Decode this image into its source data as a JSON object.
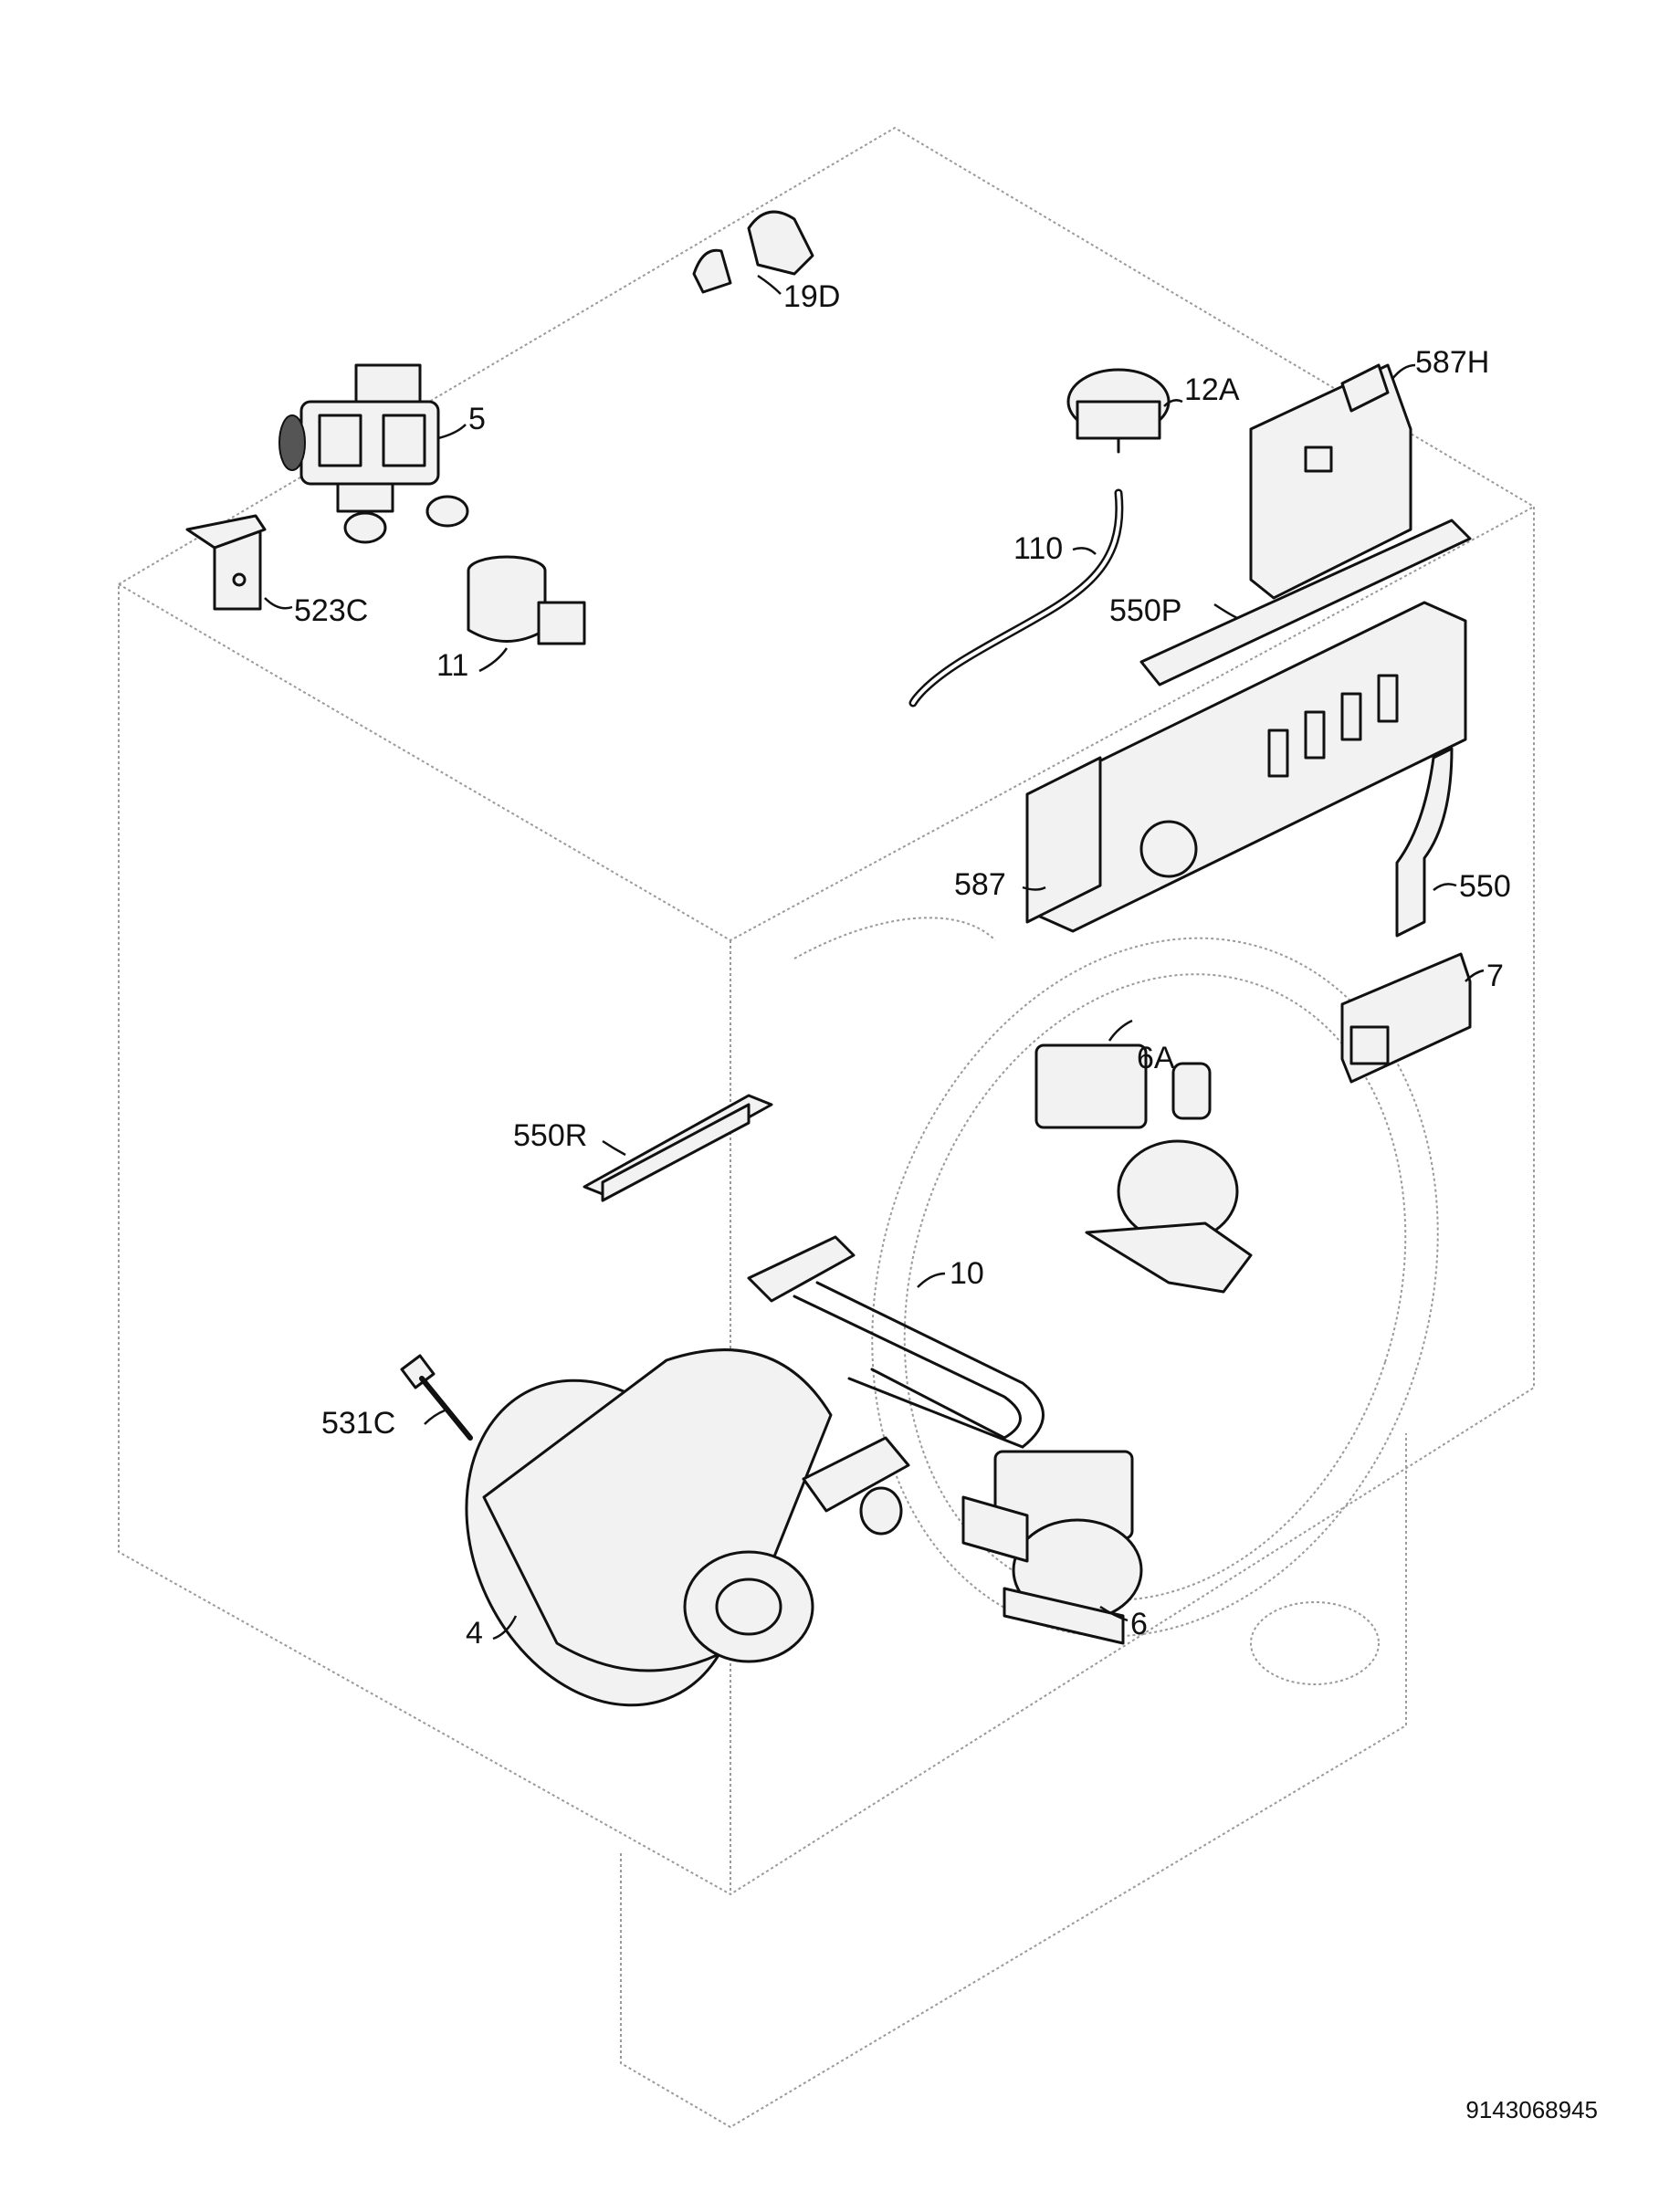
{
  "labels": {
    "l19D": "19D",
    "l5": "5",
    "l523C": "523C",
    "l11": "11",
    "l12A": "12A",
    "l587H": "587H",
    "l110": "110",
    "l550P": "550P",
    "l587": "587",
    "l550": "550",
    "l7": "7",
    "l6A": "6A",
    "l550R": "550R",
    "l10": "10",
    "l531C": "531C",
    "l4": "4",
    "l6": "6"
  },
  "doc_code": "9143068945",
  "colors": {
    "ink": "#111111",
    "cabinet": "#9a9a9a",
    "part_fill": "#f2f2f2"
  }
}
